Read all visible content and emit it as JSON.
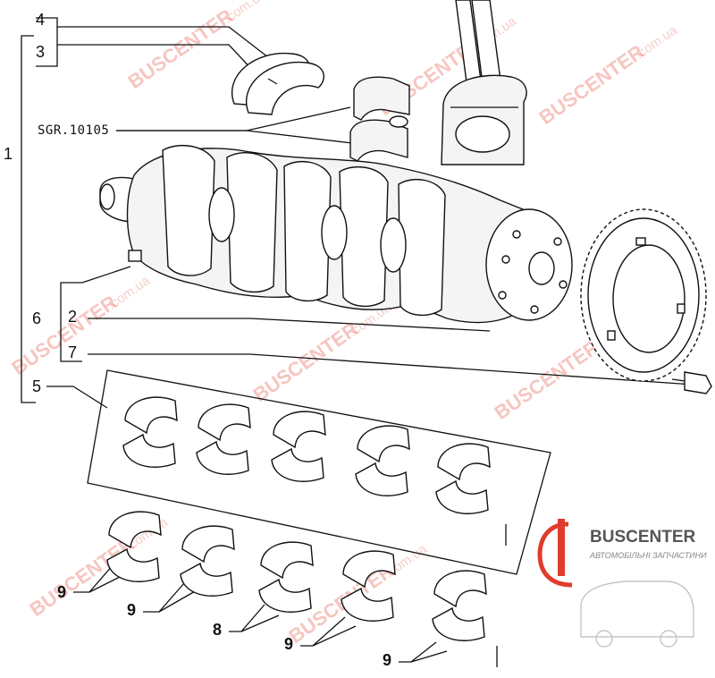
{
  "diagram": {
    "callouts": {
      "n1": "1",
      "n2": "2",
      "n3": "3",
      "n4": "4",
      "n5": "5",
      "n6": "6",
      "n7": "7",
      "n8": "8",
      "n9a": "9",
      "n9b": "9",
      "n9c": "9",
      "n9d": "9"
    },
    "tool_code": "SGR.10105"
  },
  "watermark": {
    "brand": "BUSCENTER",
    "domain": ".com.ua"
  },
  "logo": {
    "name": "BUSCENTER",
    "tagline": "АВТОМОБІЛЬНІ ЗАПЧАСТИНИ"
  },
  "colors": {
    "watermark": "#e45a4a",
    "logo_accent": "#e03c2c",
    "line": "#111111"
  }
}
